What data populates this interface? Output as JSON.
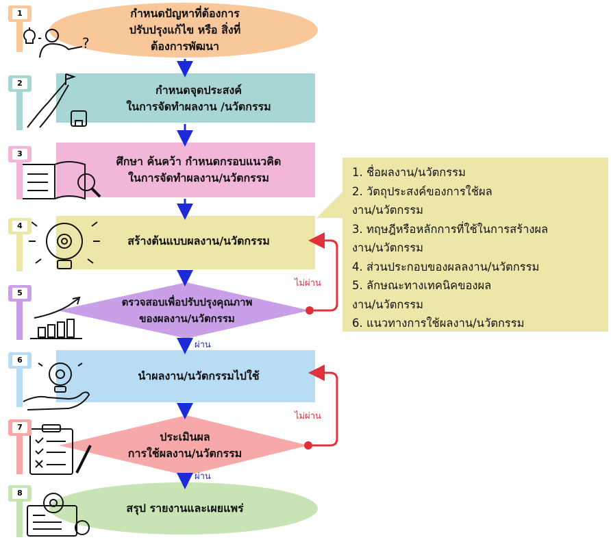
{
  "colors": {
    "step1": "#f8c79a",
    "step2": "#a8d6d4",
    "step3": "#f2b6d8",
    "step4": "#ece6a8",
    "step5": "#c9a0e8",
    "step6": "#b7dcf4",
    "step7": "#f7a8a8",
    "step8": "#c8e3b4",
    "arrow": "#1d2bd6",
    "loop": "#e0303a",
    "note": "#ece6a8"
  },
  "steps": [
    {
      "num": "1",
      "lines": [
        "กำหนดปัญหาที่ต้องการ",
        "ปรับปรุงแก้ไข หรือ สิ่งที่",
        "ต้องการพัฒนา"
      ],
      "icon": "thinking-person-icon"
    },
    {
      "num": "2",
      "lines": [
        "กำหนดจุดประสงค์",
        "ในการจัดทำผลงาน /นวัตกรรม"
      ],
      "icon": "road-goal-icon"
    },
    {
      "num": "3",
      "lines": [
        "ศึกษา ค้นคว้า กำหนดกรอบแนวคิด",
        "ในการจัดทำผลงาน/นวัตกรรม"
      ],
      "icon": "book-magnifier-icon"
    },
    {
      "num": "4",
      "lines": [
        "สร้างต้นแบบผลงาน/นวัตกรรม"
      ],
      "icon": "lightbulb-gear-icon"
    },
    {
      "num": "5",
      "lines": [
        "ตรวจสอบเพื่อปรับปรุงคุณภาพ",
        "ของผลงาน/นวัตกรรม"
      ],
      "icon": "growth-chart-icon"
    },
    {
      "num": "6",
      "lines": [
        "นำผลงาน/นวัตกรรมไปใช้"
      ],
      "icon": "hand-lightbulb-icon"
    },
    {
      "num": "7",
      "lines": [
        "ประเมินผล",
        "การใช้ผลงาน/นวัตกรรม"
      ],
      "icon": "checklist-icon"
    },
    {
      "num": "8",
      "lines": [
        "สรุป รายงานและเผยแพร่"
      ],
      "icon": "certificate-icon"
    }
  ],
  "pass_label_1": "ผ่าน",
  "pass_label_2": "ผ่าน",
  "fail_label_1": "ไม่ผ่าน",
  "fail_label_2": "ไม่ผ่าน",
  "note_items": [
    "1. ชื่อผลงาน/นวัตกรรม",
    "2. วัตถุประสงค์ของการใช้ผล",
    "งาน/นวัตกรรม",
    "3. ทฤษฎีหรือหลักการที่ใช้ในการสร้างผล",
    "งาน/นวัตกรรม",
    "4. ส่วนประกอบของผลลงาน/นวัตกรรม",
    "5. ลักษณะทางเทคนิคของผล",
    "งาน/นวัตกรรม",
    "6. แนวทางการใช้ผลงาน/นวัตกรรม"
  ]
}
